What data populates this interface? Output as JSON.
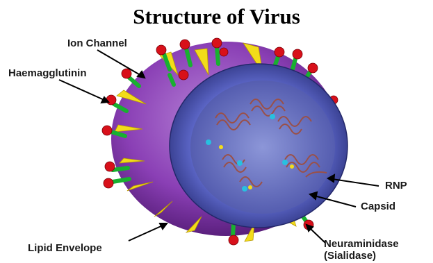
{
  "title": "Structure of Virus",
  "labels": {
    "ion_channel": "Ion Channel",
    "haemagglutinin": "Haemagglutinin",
    "rnp": "RNP",
    "capsid": "Capsid",
    "lipid_envelope": "Lipid Envelope",
    "neuraminidase": "Neuraminidase",
    "sialidase": "(Sialidase)"
  },
  "colors": {
    "envelope": "#8a3fb5",
    "capsid": "#5a64c4",
    "spike_yellow": "#f2dc1a",
    "spike_red": "#d8101a",
    "spike_green": "#18b030",
    "rnp_coil": "#9a5048"
  }
}
